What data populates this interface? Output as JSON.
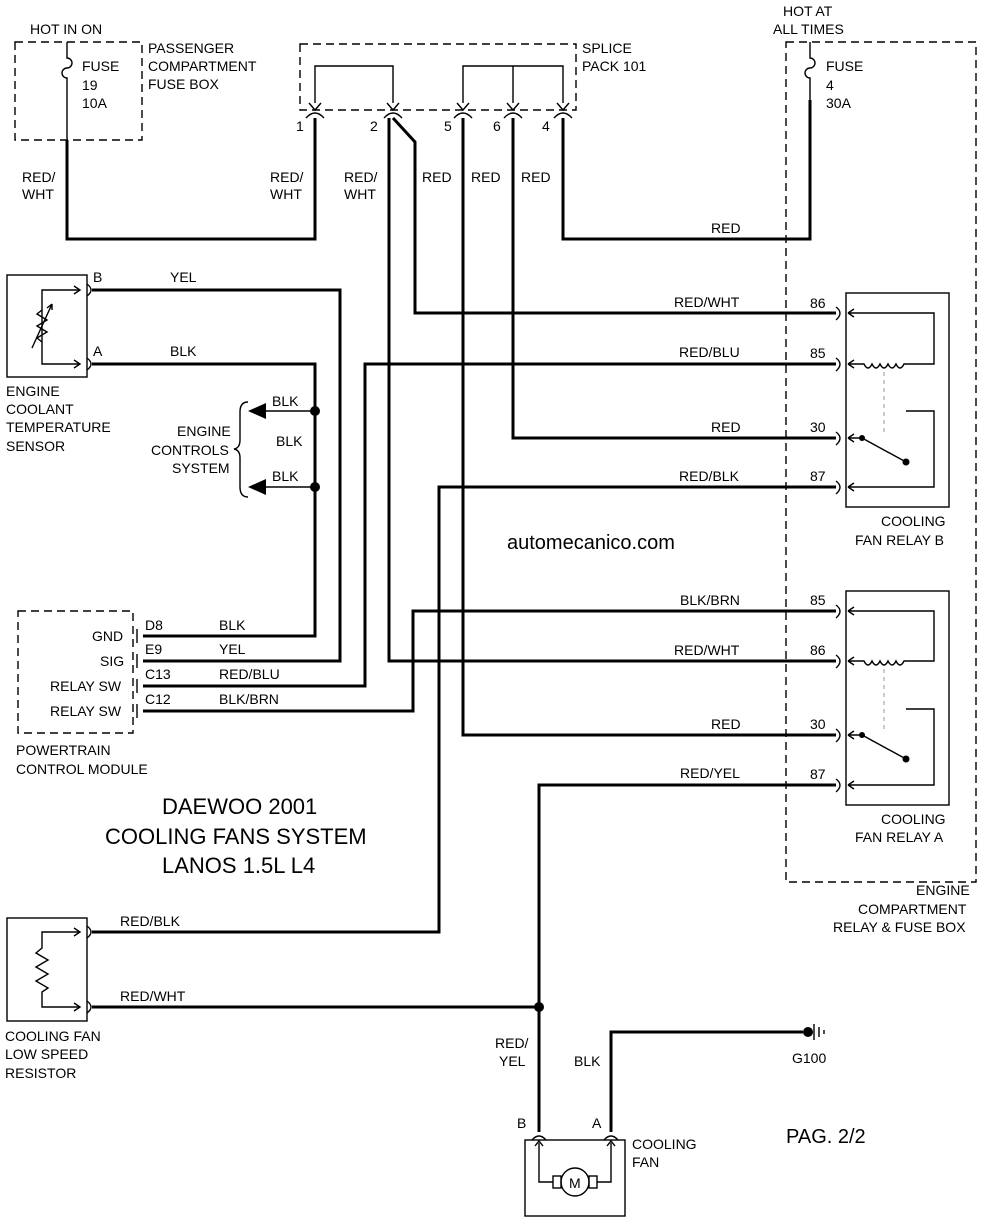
{
  "title": {
    "line1": "DAEWOO 2001",
    "line2": "COOLING FANS SYSTEM",
    "line3": "LANOS 1.5L L4"
  },
  "watermark": "automecanico.com",
  "page": "PAG. 2/2",
  "power": {
    "hot_in_on": "HOT IN ON",
    "hot_at": "HOT AT",
    "all_times": "ALL TIMES",
    "fuse19": {
      "name": "FUSE",
      "num": "19",
      "amp": "10A"
    },
    "fuse4": {
      "name": "FUSE",
      "num": "4",
      "amp": "30A"
    },
    "pass_box": [
      "PASSENGER",
      "COMPARTMENT",
      "FUSE BOX"
    ],
    "engine_box": [
      "ENGINE",
      "COMPARTMENT",
      "RELAY & FUSE BOX"
    ]
  },
  "splice": {
    "label": [
      "SPLICE",
      "PACK 101"
    ],
    "pins": [
      "1",
      "2",
      "5",
      "6",
      "4"
    ]
  },
  "wires": {
    "red_wht": [
      "RED/",
      "WHT"
    ],
    "red": "RED",
    "red_wht_full": "RED/WHT",
    "red_blu": "RED/BLU",
    "red_blk": "RED/BLK",
    "blk_brn": "BLK/BRN",
    "red_yel": "RED/YEL",
    "red_yel_split": [
      "RED/",
      "YEL"
    ],
    "yel": "YEL",
    "blk": "BLK"
  },
  "relay_b": {
    "pins": [
      "86",
      "85",
      "30",
      "87"
    ],
    "label": [
      "COOLING",
      "FAN RELAY B"
    ]
  },
  "relay_a": {
    "pins": [
      "85",
      "86",
      "30",
      "87"
    ],
    "label": [
      "COOLING",
      "FAN RELAY A"
    ]
  },
  "ect": {
    "pins": [
      "B",
      "A"
    ],
    "label": [
      "ENGINE",
      "COOLANT",
      "TEMPERATURE",
      "SENSOR"
    ]
  },
  "ecs": {
    "label": [
      "ENGINE",
      "CONTROLS",
      "SYSTEM"
    ],
    "wire": "BLK"
  },
  "pcm": {
    "pins": [
      "D8",
      "E9",
      "C13",
      "C12"
    ],
    "terms": [
      "GND",
      "SIG",
      "RELAY SW",
      "RELAY SW"
    ],
    "label": [
      "POWERTRAIN",
      "CONTROL MODULE"
    ]
  },
  "resistor": {
    "label": [
      "COOLING FAN",
      "LOW SPEED",
      "RESISTOR"
    ]
  },
  "fan": {
    "pins": [
      "B",
      "A"
    ],
    "label": [
      "COOLING",
      "FAN"
    ],
    "motor": "M"
  },
  "ground": "G100"
}
